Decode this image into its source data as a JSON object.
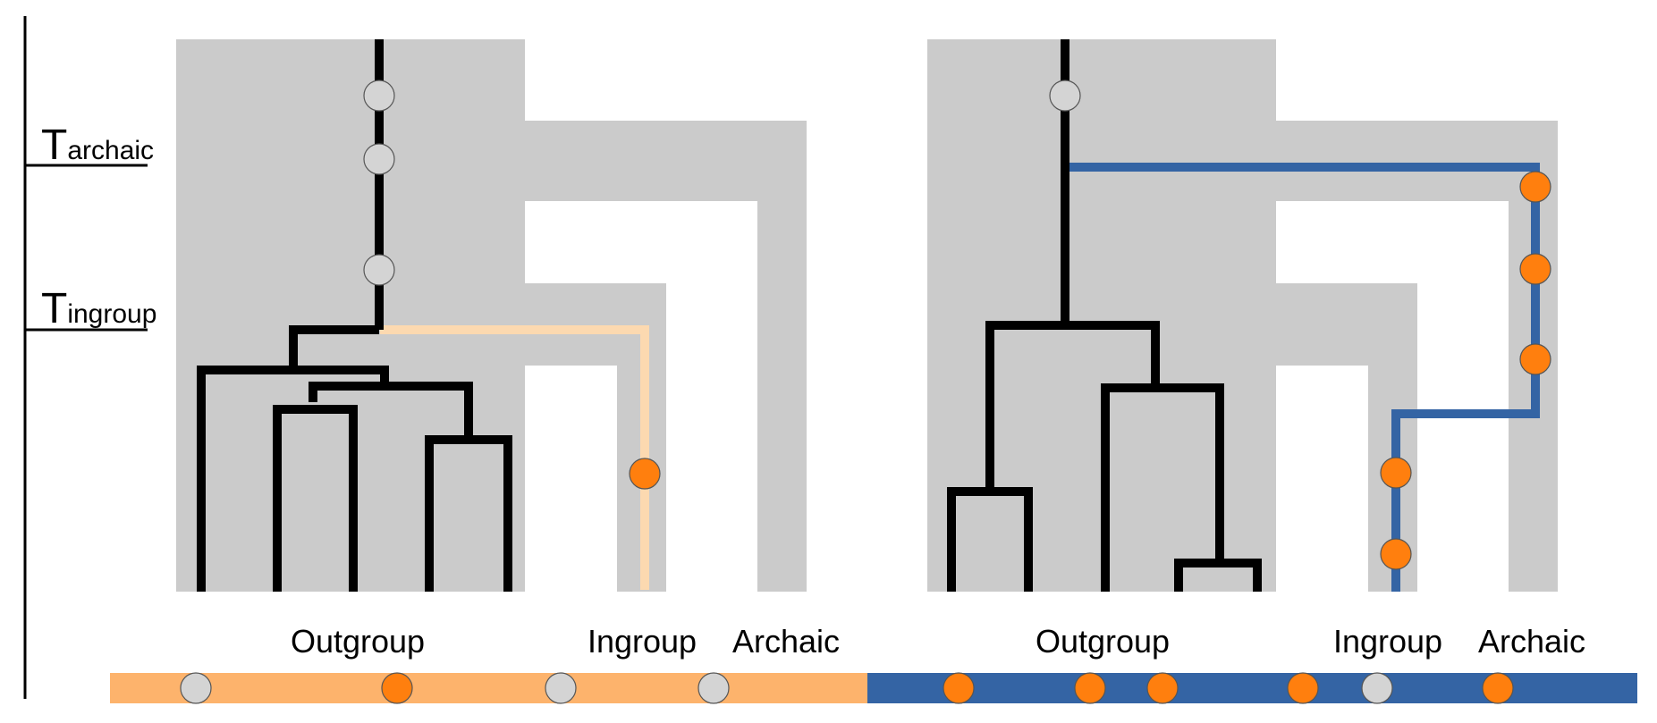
{
  "axis": {
    "t_archaic": {
      "main": "T",
      "sub": "archaic"
    },
    "t_ingroup": {
      "main": "T",
      "sub": "ingroup"
    }
  },
  "left_panel": {
    "labels": {
      "outgroup": "Outgroup",
      "ingroup": "Ingroup",
      "archaic": "Archaic"
    }
  },
  "right_panel": {
    "labels": {
      "outgroup": "Outgroup",
      "ingroup": "Ingroup",
      "archaic": "Archaic"
    }
  },
  "bottom_bar": {
    "left_segment_site_count": 4,
    "right_segment_site_count": 6
  },
  "colors": {
    "species_tree": "#cbcbcb",
    "gene_tree": "#000000",
    "introgression_left": "#fcd9b0",
    "introgression_right": "#3464a4",
    "bar_left": "#fdb36c",
    "bar_right": "#3464a4",
    "mutation_derived": "#ff7f0e",
    "mutation_ancestral": "#d4d4d4"
  }
}
